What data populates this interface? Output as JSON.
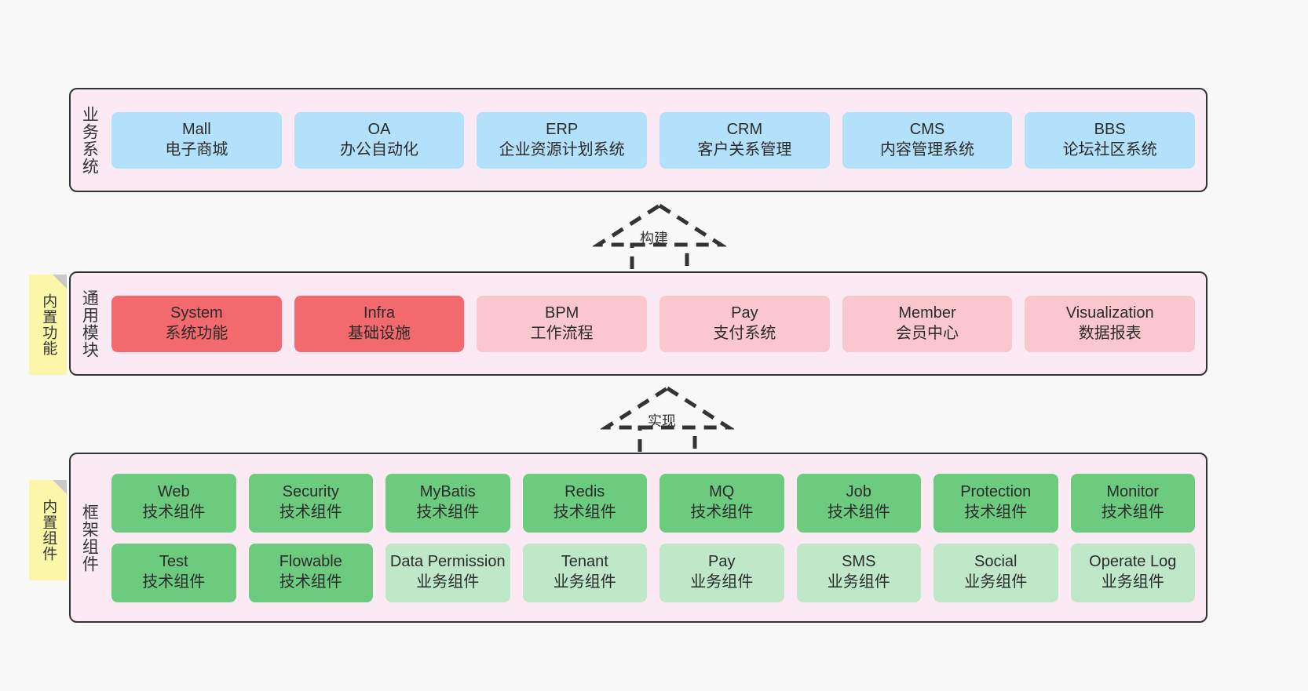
{
  "diagram": {
    "background_color": "#f8f8f8",
    "layer_fill": "#fbeaf4",
    "layer_border": "#333333"
  },
  "layers": [
    {
      "id": "business",
      "title": "业务系统",
      "card_color": "#b3e0fb",
      "rows": [
        {
          "cards": [
            {
              "name": "Mall",
              "desc": "电子商城"
            },
            {
              "name": "OA",
              "desc": "办公自动化"
            },
            {
              "name": "ERP",
              "desc": "企业资源计划系统"
            },
            {
              "name": "CRM",
              "desc": "客户关系管理"
            },
            {
              "name": "CMS",
              "desc": "内容管理系统"
            },
            {
              "name": "BBS",
              "desc": "论坛社区系统"
            }
          ]
        }
      ]
    },
    {
      "id": "common",
      "title": "通用模块",
      "sticky": "内置功能",
      "card_color_strong": "#f2696e",
      "card_color_soft": "#fbc7cf",
      "rows": [
        {
          "cards": [
            {
              "name": "System",
              "desc": "系统功能",
              "tone": "red"
            },
            {
              "name": "Infra",
              "desc": "基础设施",
              "tone": "red"
            },
            {
              "name": "BPM",
              "desc": "工作流程",
              "tone": "pink"
            },
            {
              "name": "Pay",
              "desc": "支付系统",
              "tone": "pink"
            },
            {
              "name": "Member",
              "desc": "会员中心",
              "tone": "pink"
            },
            {
              "name": "Visualization",
              "desc": "数据报表",
              "tone": "pink"
            }
          ]
        }
      ]
    },
    {
      "id": "framework",
      "title": "框架组件",
      "sticky": "内置组件",
      "card_color_strong": "#6ccb7e",
      "card_color_soft": "#bfe8c8",
      "rows": [
        {
          "cards": [
            {
              "name": "Web",
              "desc": "技术组件",
              "tone": "green"
            },
            {
              "name": "Security",
              "desc": "技术组件",
              "tone": "green"
            },
            {
              "name": "MyBatis",
              "desc": "技术组件",
              "tone": "green"
            },
            {
              "name": "Redis",
              "desc": "技术组件",
              "tone": "green"
            },
            {
              "name": "MQ",
              "desc": "技术组件",
              "tone": "green"
            },
            {
              "name": "Job",
              "desc": "技术组件",
              "tone": "green"
            },
            {
              "name": "Protection",
              "desc": "技术组件",
              "tone": "green"
            },
            {
              "name": "Monitor",
              "desc": "技术组件",
              "tone": "green"
            }
          ]
        },
        {
          "cards": [
            {
              "name": "Test",
              "desc": "技术组件",
              "tone": "green"
            },
            {
              "name": "Flowable",
              "desc": "技术组件",
              "tone": "green"
            },
            {
              "name": "Data Permission",
              "desc": "业务组件",
              "tone": "lgreen"
            },
            {
              "name": "Tenant",
              "desc": "业务组件",
              "tone": "lgreen"
            },
            {
              "name": "Pay",
              "desc": "业务组件",
              "tone": "lgreen"
            },
            {
              "name": "SMS",
              "desc": "业务组件",
              "tone": "lgreen"
            },
            {
              "name": "Social",
              "desc": "业务组件",
              "tone": "lgreen"
            },
            {
              "name": "Operate Log",
              "desc": "业务组件",
              "tone": "lgreen"
            }
          ]
        }
      ]
    }
  ],
  "connectors": [
    {
      "id": "build",
      "label": "构建",
      "style": "dashed-hollow-triangle-up"
    },
    {
      "id": "impl",
      "label": "实现",
      "style": "dashed-hollow-triangle-up"
    }
  ]
}
